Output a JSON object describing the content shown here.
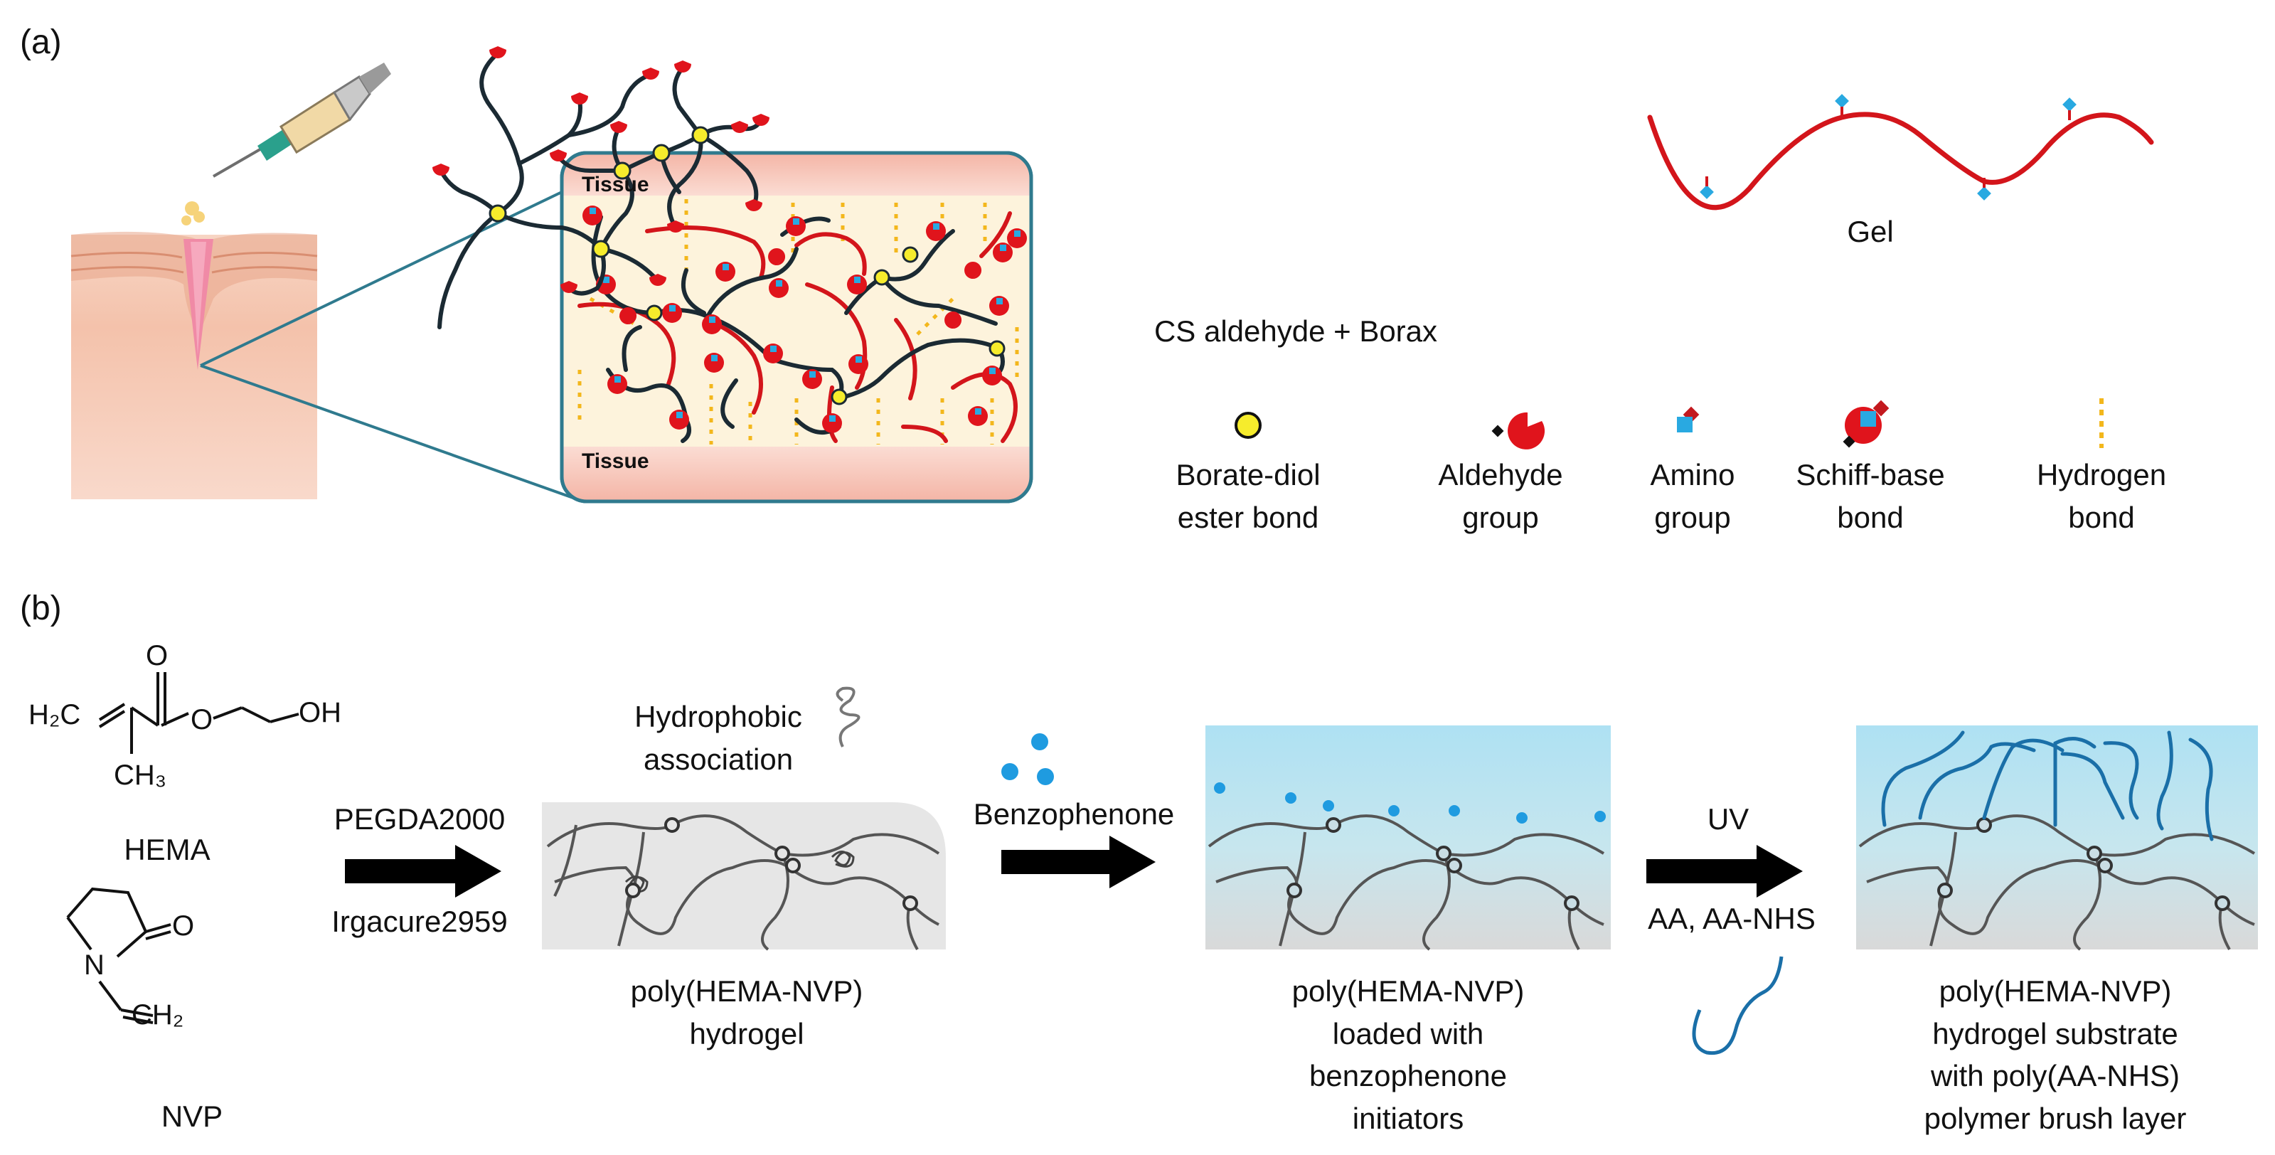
{
  "panels": {
    "a": "(a)",
    "b": "(b)"
  },
  "panel_a": {
    "tissue_top": "Tissue",
    "tissue_bottom": "Tissue",
    "network_label": "CS aldehyde + Borax",
    "gel_label": "Gel",
    "legend": [
      {
        "line1": "Borate-diol",
        "line2": "ester bond",
        "icon": "yellow-dot-icon"
      },
      {
        "line1": "Aldehyde",
        "line2": "group",
        "icon": "aldehyde-icon"
      },
      {
        "line1": "Amino",
        "line2": "group",
        "icon": "amino-icon"
      },
      {
        "line1": "Schiff-base",
        "line2": "bond",
        "icon": "schiff-base-icon"
      },
      {
        "line1": "Hydrogen",
        "line2": "bond",
        "icon": "dotted-line-icon"
      }
    ]
  },
  "panel_b": {
    "hema": {
      "name": "HEMA",
      "atom_o": "O",
      "atom_h2c": "H₂C",
      "atom_oh": "OH",
      "atom_ch3": "CH₃"
    },
    "nvp": {
      "name": "NVP",
      "atom_o": "O",
      "atom_n": "N",
      "atom_ch2": "CH₂"
    },
    "arrow1": {
      "top": "PEGDA2000",
      "bottom": "Irgacure2959"
    },
    "hydrophobic": {
      "line1": "Hydrophobic",
      "line2": "association"
    },
    "step1": {
      "line1": "poly(HEMA-NVP)",
      "line2": "hydrogel"
    },
    "arrow2": {
      "top": "Benzophenone"
    },
    "step2": {
      "line1": "poly(HEMA-NVP)",
      "line2": "loaded with",
      "line3": "benzophenone",
      "line4": "initiators"
    },
    "arrow3": {
      "top": "UV",
      "bottom": "AA, AA-NHS"
    },
    "step3": {
      "line1": "poly(HEMA-NVP)",
      "line2": "hydrogel substrate",
      "line3": "with poly(AA-NHS)",
      "line4": "polymer brush layer"
    }
  },
  "colors": {
    "chain": "#1b2a33",
    "red_chain": "#d3151b",
    "aldehyde": "#e0141c",
    "amino": "#29a9e1",
    "borate": "#f6ec2c",
    "hbond": "#f3b71c",
    "skin": "#f6c8b6",
    "blue_zone": "#aee0f2",
    "gray_gel": "#e6e6e6",
    "brush": "#1a6fa8",
    "network": "#555555",
    "frame": "#2f7a8e",
    "arrow": "#000000"
  }
}
